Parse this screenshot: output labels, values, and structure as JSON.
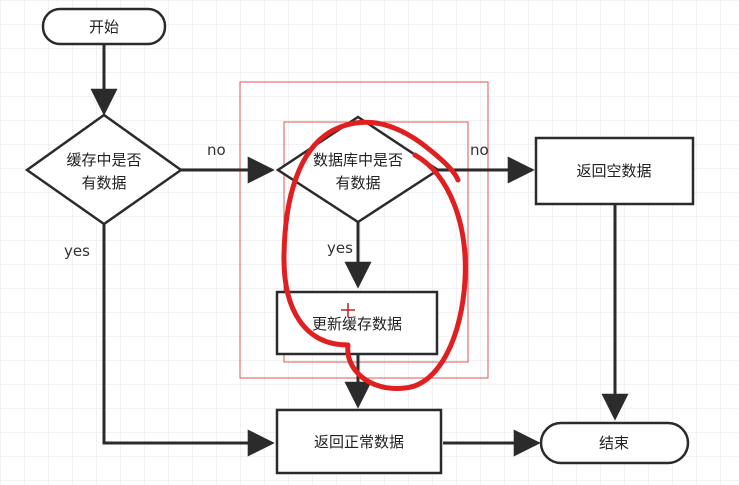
{
  "diagram": {
    "nodes": {
      "start": "开始",
      "cache_check_line1": "缓存中是否",
      "cache_check_line2": "有数据",
      "db_check_line1": "数据库中是否",
      "db_check_line2": "有数据",
      "return_empty": "返回空数据",
      "update_cache": "更新缓存数据",
      "return_normal": "返回正常数据",
      "end": "结束"
    },
    "edges": {
      "cache_no": "no",
      "cache_yes": "yes",
      "db_no": "no",
      "db_yes": "yes"
    }
  },
  "colors": {
    "line": "#2b2b2b",
    "grid": "#e4e4e4",
    "highlight_box": "#e05555",
    "annotation": "#e02020"
  }
}
